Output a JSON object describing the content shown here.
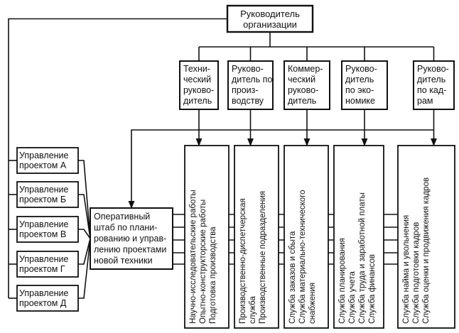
{
  "head": {
    "lines": [
      "Руководитель",
      "организации"
    ]
  },
  "managers": [
    {
      "id": "tech",
      "lines": [
        "Техни-",
        "ческий",
        "руково-",
        "дитель"
      ]
    },
    {
      "id": "prod",
      "lines": [
        "Руково-",
        "дитель по",
        "произ-",
        "водству"
      ]
    },
    {
      "id": "comm",
      "lines": [
        "Коммер-",
        "ческий",
        "руково-",
        "дитель"
      ]
    },
    {
      "id": "econ",
      "lines": [
        "Руково-",
        "дитель",
        "по эко-",
        "номике"
      ]
    },
    {
      "id": "hr",
      "lines": [
        "Руково-",
        "дитель",
        "по кад-",
        "рам"
      ]
    }
  ],
  "projects": [
    {
      "lines": [
        "Управление",
        "проектом А"
      ]
    },
    {
      "lines": [
        "Управление",
        "проектом Б"
      ]
    },
    {
      "lines": [
        "Управление",
        "проектом В"
      ]
    },
    {
      "lines": [
        "Управление",
        "проектом Г"
      ]
    },
    {
      "lines": [
        "Управление",
        "проектом Д"
      ]
    }
  ],
  "hq": {
    "lines": [
      "Оперативный",
      "штаб по плани-",
      "рованию и управ-",
      "лению проектами",
      "новой техники"
    ]
  },
  "services": [
    {
      "id": "tech",
      "lines": [
        "Научно-исследовательские работы",
        "Опытно-конструкторские работы",
        "Подготовка производства"
      ]
    },
    {
      "id": "prod",
      "lines": [
        "Производственно-диспетчерская",
        "служба",
        "Производственные подразделения"
      ]
    },
    {
      "id": "comm",
      "lines": [
        "Служба заказов и сбыта",
        "Служба материально-технического",
        "снабжения"
      ]
    },
    {
      "id": "econ",
      "lines": [
        "Служба планирования",
        "Служба учета",
        "Служба труда и заработной платы",
        "Служба финансов"
      ]
    },
    {
      "id": "hr",
      "lines": [
        "Служба найма и увольнения",
        "Служба подготовки кадров",
        "Служба оценки и продвижения кадров"
      ]
    }
  ]
}
